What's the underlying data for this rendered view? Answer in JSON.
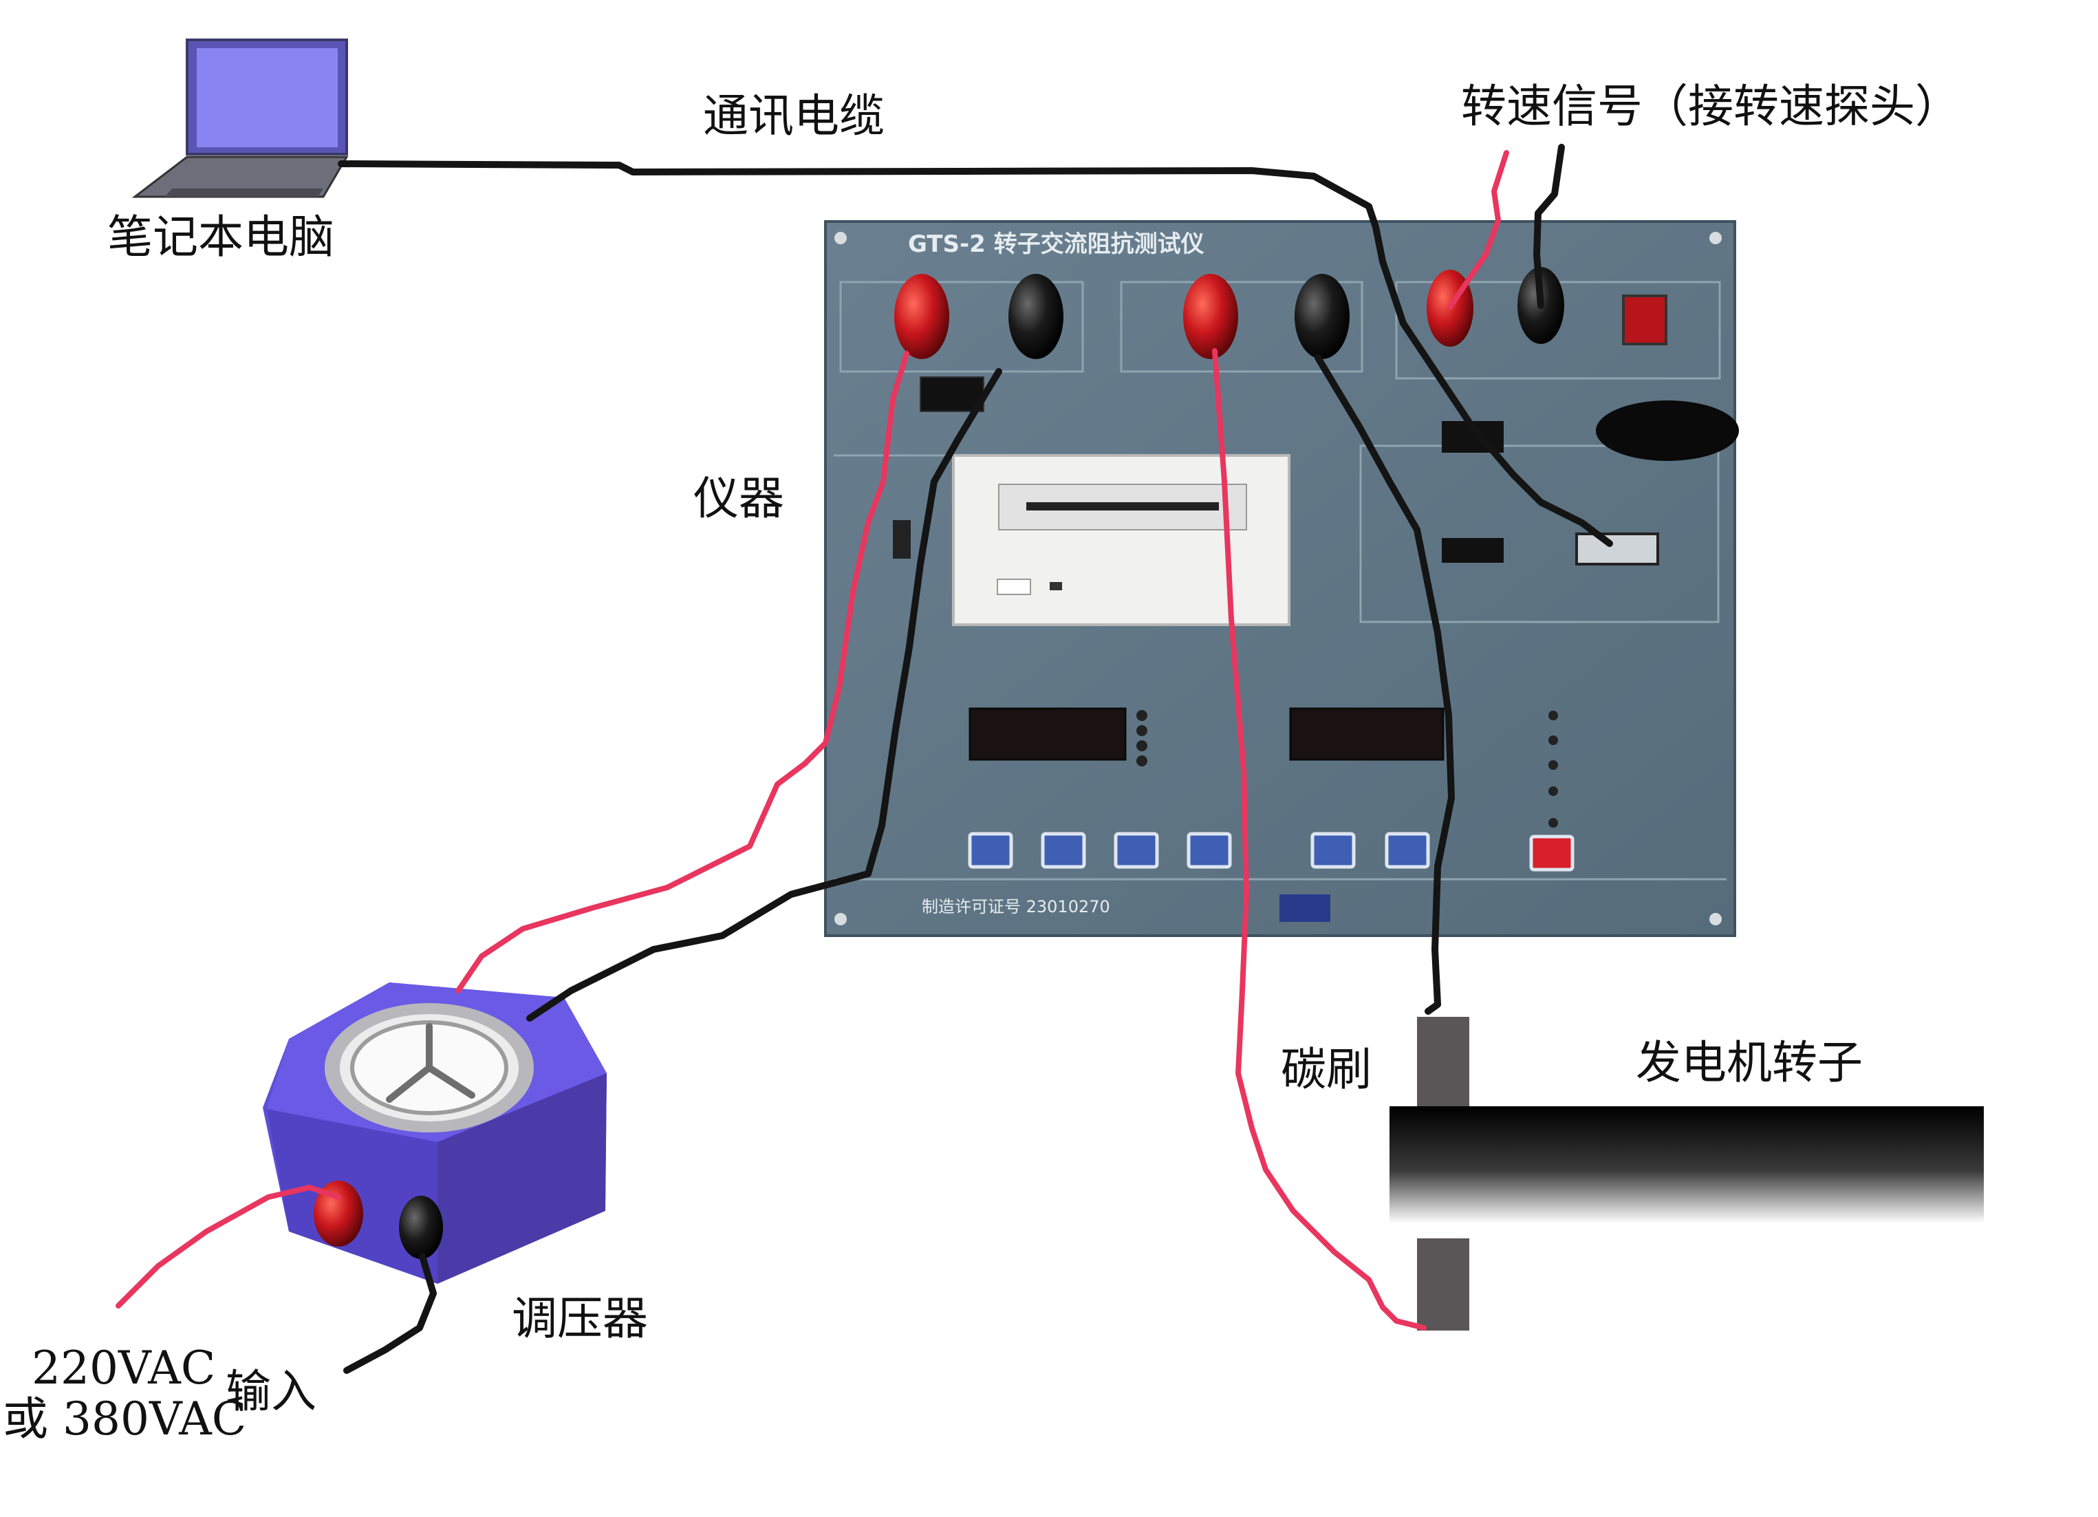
{
  "labels": {
    "laptop": "笔记本电脑",
    "comm_cable": "通讯电缆",
    "speed_signal": "转速信号（接转速探头）",
    "instrument": "仪器",
    "brush": "碳刷",
    "rotor": "发电机转子",
    "regulator": "调压器",
    "input": "输入",
    "supply_line1": "220VAC",
    "supply_line2": "或 380VAC"
  },
  "panel": {
    "title": "GTS-2 转子交流阻抗测试仪",
    "serial": "制造许可证号 23010270"
  },
  "colors": {
    "laptop_screen": "#8a84f2",
    "panel_body": "#5f7584",
    "regulator_body": "#5f4fd6",
    "red_wire": "#e8365e",
    "black_wire": "#141414",
    "brush": "#5a5556"
  }
}
